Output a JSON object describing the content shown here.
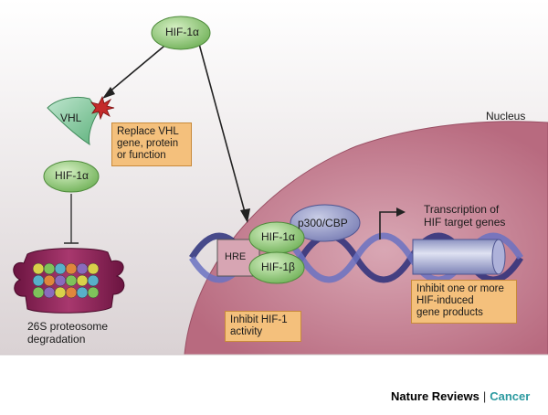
{
  "hif_top": "HIF-1α",
  "vhl": "VHL",
  "replace_vhl": [
    "Replace VHL",
    "gene, protein",
    "or function"
  ],
  "hif_left": "HIF-1α",
  "proteasome_label": [
    "26S proteosome",
    "degradation"
  ],
  "nucleus": "Nucleus",
  "hre": "HRE",
  "hif_alpha": "HIF-1α",
  "hif_beta": "HIF-1β",
  "p300": "p300/CBP",
  "transcription": [
    "Transcription of",
    "HIF target genes"
  ],
  "inhibit_hif": [
    "Inhibit HIF-1",
    "activity"
  ],
  "inhibit_genes": [
    "Inhibit one or more",
    "HIF-induced",
    "gene products"
  ],
  "footer": {
    "journal": "Nature Reviews",
    "separator": "|",
    "section": "Cancer"
  }
}
